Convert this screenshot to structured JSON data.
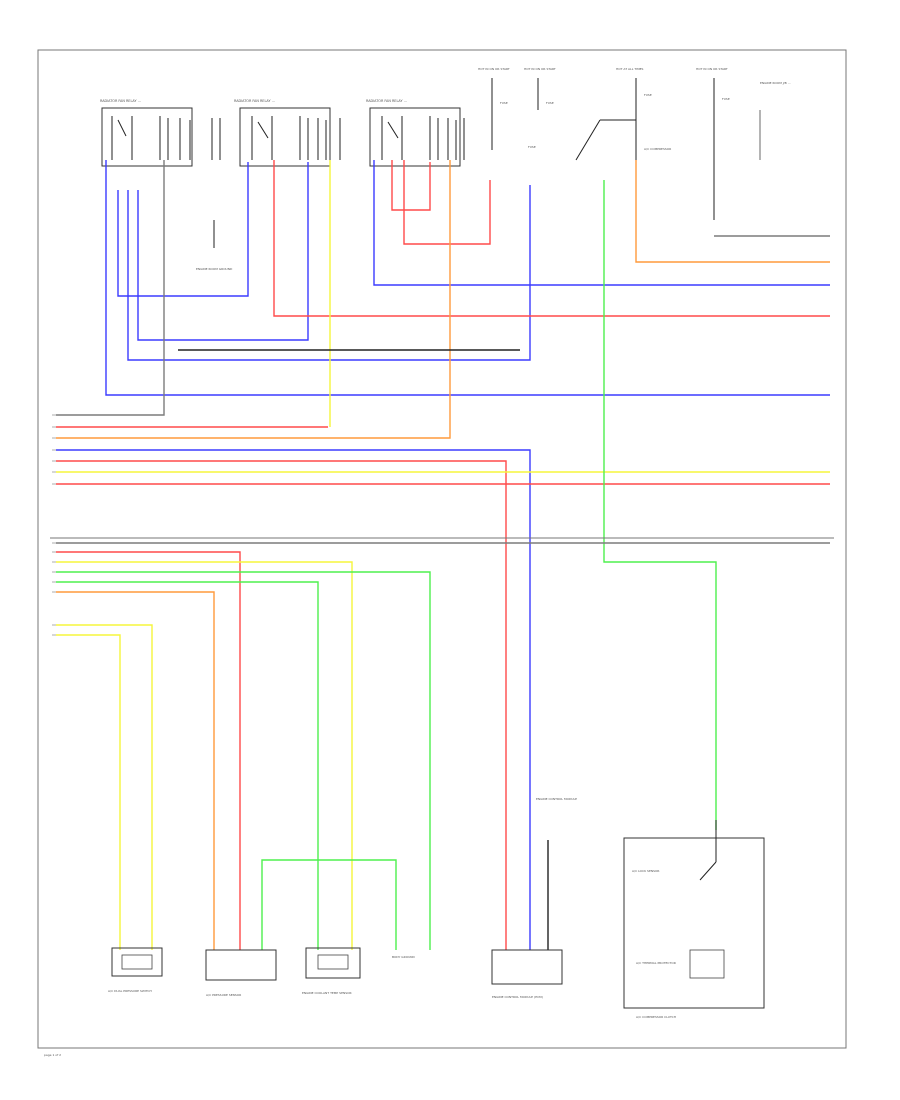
{
  "diagram": {
    "page_tag": "page 1 of 2",
    "wire_colors": {
      "blue": "#3b3bff",
      "red": "#ff4a4a",
      "yellow": "#f5f53c",
      "orange": "#ff9a3c",
      "green": "#4ef04e",
      "gray": "#7c7c7c",
      "black": "#222222"
    },
    "captions": {
      "relay_1": "RADIATOR FAN RELAY ...",
      "relay_2": "RADIATOR FAN RELAY ...",
      "relay_3": "RADIATOR FAN RELAY ...",
      "hot_a": "HOT IN ON OR START",
      "hot_b": "HOT IN ON OR START",
      "hot_c": "HOT AT ALL TIMES",
      "hot_d": "HOT IN ON OR START",
      "note_right": "ENGINE ROOM J/B ...",
      "ground_left": "ENGINE ROOM GROUND",
      "dual_pressure_switch": "A/C DUAL PRESSURE SWITCH",
      "pressure_sensor": "A/C PRESSURE SENSOR",
      "coolant_temp_sensor": "ENGINE COOLANT TEMP SENSOR",
      "body_ground": "BODY GROUND",
      "control_module": "ENGINE CONTROL MODULE (ECM)",
      "compressor_clutch": "A/C COMPRESSOR CLUTCH",
      "thermal_protector": "A/C THERMAL PROTECTOR",
      "ecm_side": "ENGINE CONTROL MODULE",
      "lock_sensor": "A/C LOCK SENSOR"
    }
  }
}
